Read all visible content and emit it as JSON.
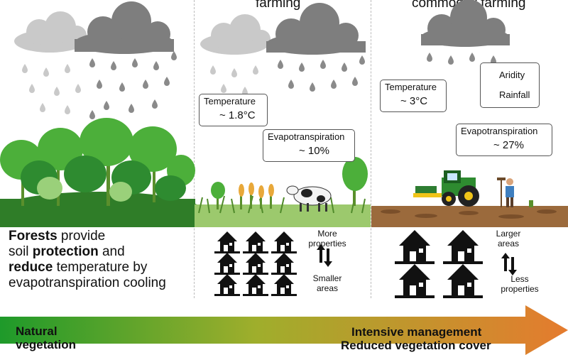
{
  "headers": {
    "middle": "farming",
    "right": "commodity farming"
  },
  "middle_panel": {
    "temperature": {
      "label": "Temperature",
      "value": "~ 1.8°C",
      "direction": "up"
    },
    "evapotranspiration": {
      "label": "Evapotranspiration",
      "value": "~ 10%",
      "direction": "down"
    },
    "properties_top": "More properties",
    "properties_bottom": "Smaller areas"
  },
  "right_panel": {
    "temperature": {
      "label": "Temperature",
      "value": "~ 3°C",
      "direction": "up"
    },
    "aridity": "Aridity",
    "rainfall": "Rainfall",
    "evapotranspiration": {
      "label": "Evapotranspiration",
      "value": "~ 27%",
      "direction": "down"
    },
    "areas_top": "Larger areas",
    "areas_bottom": "Less properties"
  },
  "forest_statement": {
    "w1": "Forests",
    "t1": " provide",
    "t2": "soil ",
    "w2": "protection",
    "t3": " and",
    "w3": "reduce",
    "t4": " temperature by",
    "t5": "evapotranspiration cooling"
  },
  "gradient_bar": {
    "left": "Natural vegetation",
    "right_line1": "Intensive management",
    "right_line2": "Reduced vegetation cover",
    "left_color": "#1e9a2a",
    "right_color": "#e57b2e"
  },
  "colors": {
    "up_arrow": "#d21f1f",
    "down_arrow": "#1f4fd6",
    "cloud_light": "#c8c8c8",
    "cloud_dark": "#7d7d7d",
    "forest_green": "#4caf3a",
    "soil_brown": "#9b6a3c"
  }
}
